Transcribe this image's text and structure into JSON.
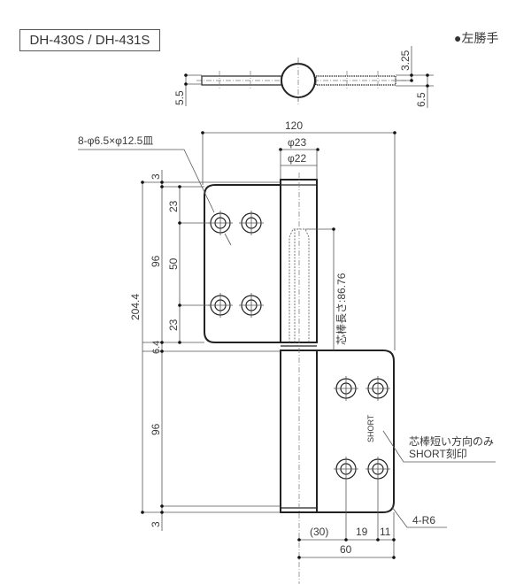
{
  "header": {
    "model_label": "DH-430S / DH-431S",
    "handedness_label": "●左勝手"
  },
  "top_view": {
    "dims": {
      "left_thickness": "5.5",
      "right_offset": "3.25",
      "right_thickness": "6.5"
    }
  },
  "front_view": {
    "hole_callout": "8-φ6.5×φ12.5皿",
    "dims": {
      "overall_width": "120",
      "knuckle_outer_dia": "φ23",
      "knuckle_inner_dia": "φ22",
      "top_gap": "3",
      "hole_top_offset": "23",
      "hole_pitch": "50",
      "hole_bottom_offset": "23",
      "upper_leaf_height": "96",
      "overall_height": "204.4",
      "leaf_gap": "6.4",
      "lower_leaf_height": "96",
      "bottom_gap": "3",
      "pin_length": "芯棒長さ:86.76",
      "bottom_offset_30": "(30)",
      "bottom_pitch_19": "19",
      "bottom_edge_11": "11",
      "lower_leaf_width": "60",
      "corner_radius": "4-R6"
    },
    "short_mark": "SHORT",
    "short_note_line1": "芯棒短い方向のみ",
    "short_note_line2": "SHORT刻印"
  },
  "colors": {
    "line": "#222222",
    "dimension": "#555555",
    "text": "#3a3a3a"
  }
}
